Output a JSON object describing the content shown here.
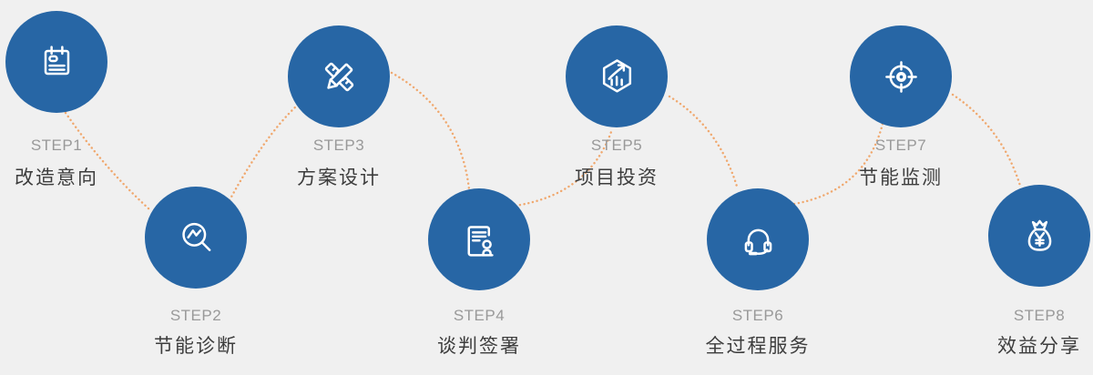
{
  "colors": {
    "background": "#f0f0f0",
    "circle": "#2766a5",
    "connector": "#f0a86e",
    "step_label": "#999999",
    "step_name": "#3d3d3d"
  },
  "steps": [
    {
      "step": "STEP1",
      "name": "改造意向",
      "icon": "clipboard-icon",
      "position": "top"
    },
    {
      "step": "STEP2",
      "name": "节能诊断",
      "icon": "magnifier-trend-icon",
      "position": "bottom"
    },
    {
      "step": "STEP3",
      "name": "方案设计",
      "icon": "ruler-pencil-icon",
      "position": "top"
    },
    {
      "step": "STEP4",
      "name": "谈判签署",
      "icon": "contract-stamp-icon",
      "position": "bottom"
    },
    {
      "step": "STEP5",
      "name": "项目投资",
      "icon": "hexagon-chart-icon",
      "position": "top"
    },
    {
      "step": "STEP6",
      "name": "全过程服务",
      "icon": "headset-icon",
      "position": "bottom"
    },
    {
      "step": "STEP7",
      "name": "节能监测",
      "icon": "target-icon",
      "position": "top"
    },
    {
      "step": "STEP8",
      "name": "效益分享",
      "icon": "money-bag-icon",
      "position": "bottom"
    }
  ]
}
